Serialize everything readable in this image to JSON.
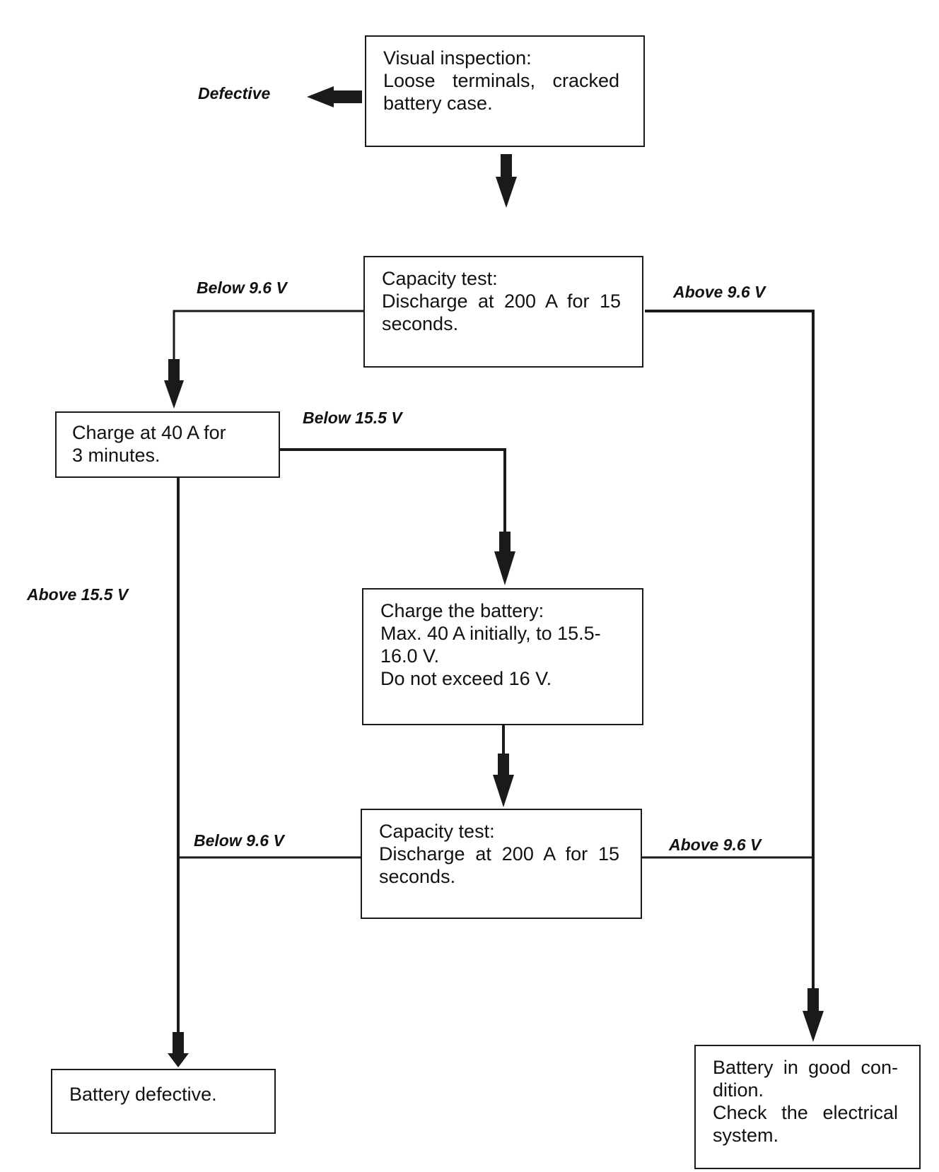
{
  "colors": {
    "stroke": "#1a1a1a",
    "text": "#111111",
    "background": "#ffffff"
  },
  "boxes": {
    "visual_inspection": {
      "lines": [
        "Visual inspection:",
        "Loose terminals, cracked",
        "battery case."
      ]
    },
    "capacity_test_1": {
      "lines": [
        "Capacity test:",
        "Discharge at 200 A for 15",
        "seconds."
      ]
    },
    "charge_3min": {
      "lines": [
        "Charge at 40 A for",
        "3 minutes."
      ]
    },
    "charge_battery": {
      "lines": [
        "Charge the battery:",
        "Max. 40 A initially, to 15.5-",
        "16.0 V.",
        "Do not exceed 16 V."
      ]
    },
    "capacity_test_2": {
      "lines": [
        "Capacity test:",
        "Discharge at 200 A for 15",
        "seconds."
      ]
    },
    "battery_defective": {
      "lines": [
        "Battery defective."
      ]
    },
    "battery_good": {
      "lines": [
        "Battery in good con-",
        "dition.",
        "Check the electrical",
        "system."
      ]
    }
  },
  "labels": {
    "defective": "Defective",
    "below_9_6_top": "Below 9.6 V",
    "above_9_6_top": "Above 9.6 V",
    "below_15_5": "Below 15.5 V",
    "above_15_5": "Above 15.5 V",
    "below_9_6_bottom": "Below 9.6 V",
    "above_9_6_bottom": "Above 9.6 V"
  }
}
